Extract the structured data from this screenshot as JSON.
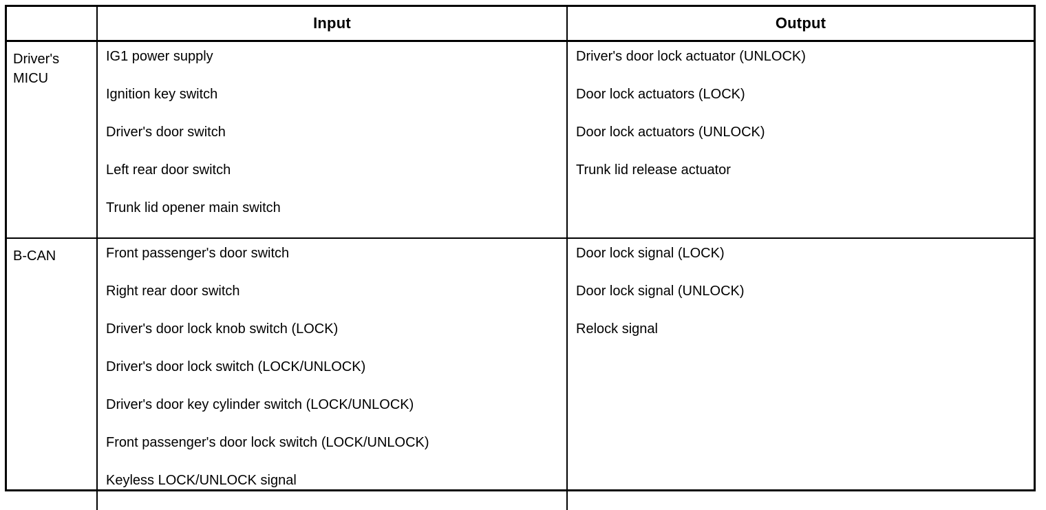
{
  "table": {
    "columns": {
      "system_header": "",
      "input_header": "Input",
      "output_header": "Output"
    },
    "rows": [
      {
        "system": "Driver's\nMICU",
        "inputs": [
          "IG1 power supply",
          "Ignition key switch",
          "Driver's door switch",
          "Left rear door switch",
          "Trunk lid opener main switch"
        ],
        "outputs": [
          "Driver's door lock actuator (UNLOCK)",
          "Door lock actuators (LOCK)",
          "Door lock actuators (UNLOCK)",
          "Trunk lid release actuator"
        ]
      },
      {
        "system": "B-CAN",
        "inputs": [
          "Front passenger's door switch",
          "Right rear door switch",
          "Driver's door lock knob switch (LOCK)",
          "Driver's door lock switch (LOCK/UNLOCK)",
          "Driver's door key cylinder switch (LOCK/UNLOCK)",
          "Front passenger's door lock switch (LOCK/UNLOCK)",
          "Keyless LOCK/UNLOCK signal"
        ],
        "outputs": [
          "Door lock signal (LOCK)",
          "Door lock signal (UNLOCK)",
          "Relock signal"
        ]
      }
    ]
  },
  "colors": {
    "border": "#000000",
    "text": "#000000",
    "background": "#ffffff"
  }
}
